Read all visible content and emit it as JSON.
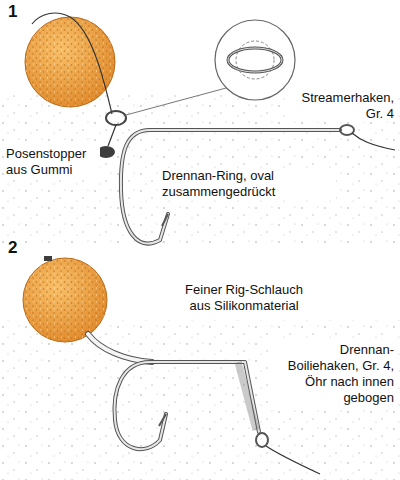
{
  "diagram": {
    "labels": [
      "1",
      "Posenstopper aus Gummi",
      "Drennan-Ring, oval zusammengedrückt",
      "Streamerhaken, Gr. 4",
      "2",
      "Feiner Rig-Schlauch aus Silikonmaterial",
      "Drennan-Boiliehaken, Gr. 4, Öhr nach innen gebogen"
    ]
  }
}
